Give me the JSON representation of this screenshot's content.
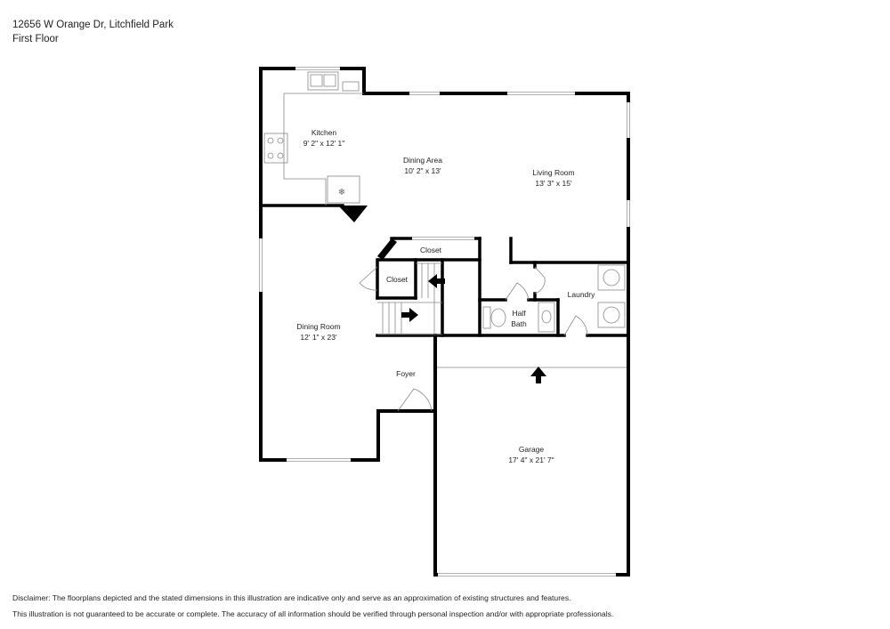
{
  "header": {
    "address": "12656 W Orange Dr, Litchfield Park",
    "floor": "First Floor"
  },
  "rooms": {
    "kitchen": {
      "name": "Kitchen",
      "dims": "9' 2\" x 12' 1\""
    },
    "dining_area": {
      "name": "Dining Area",
      "dims": "10' 2\" x 13'"
    },
    "living_room": {
      "name": "Living Room",
      "dims": "13' 3\" x 15'"
    },
    "closet_upper": {
      "name": "Closet"
    },
    "closet_lower": {
      "name": "Closet"
    },
    "laundry": {
      "name": "Laundry"
    },
    "half_bath": {
      "line1": "Half",
      "line2": "Bath"
    },
    "dining_room": {
      "name": "Dining Room",
      "dims": "12' 1\" x 23'"
    },
    "foyer": {
      "name": "Foyer"
    },
    "garage": {
      "name": "Garage",
      "dims": "17' 4\" x 21' 7\""
    }
  },
  "disclaimer": {
    "line1": "Disclaimer: The floorplans depicted and the stated dimensions in this illustration are indicative only and serve as an approximation of existing structures and features.",
    "line2": "This illustration is not guaranteed to be accurate or complete. The accuracy of all information should be verified through personal inspection and/or with appropriate professionals."
  },
  "colors": {
    "wall": "#000000",
    "fixture": "#888888",
    "window": "#ffffff"
  }
}
